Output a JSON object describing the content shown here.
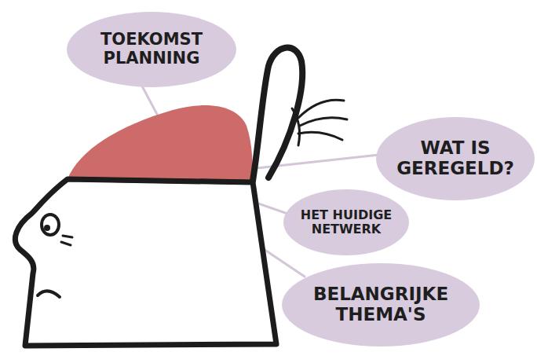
{
  "diagram": {
    "nodes": [
      {
        "text": [
          "TOEKOMST PLANNING"
        ]
      },
      {
        "text": [
          "WAT IS GEREGELD?"
        ]
      },
      {
        "text": [
          "HET HUIDIGE NETWERK"
        ]
      },
      {
        "text": [
          "BELANGRIJKE THEMA'S"
        ]
      }
    ]
  }
}
